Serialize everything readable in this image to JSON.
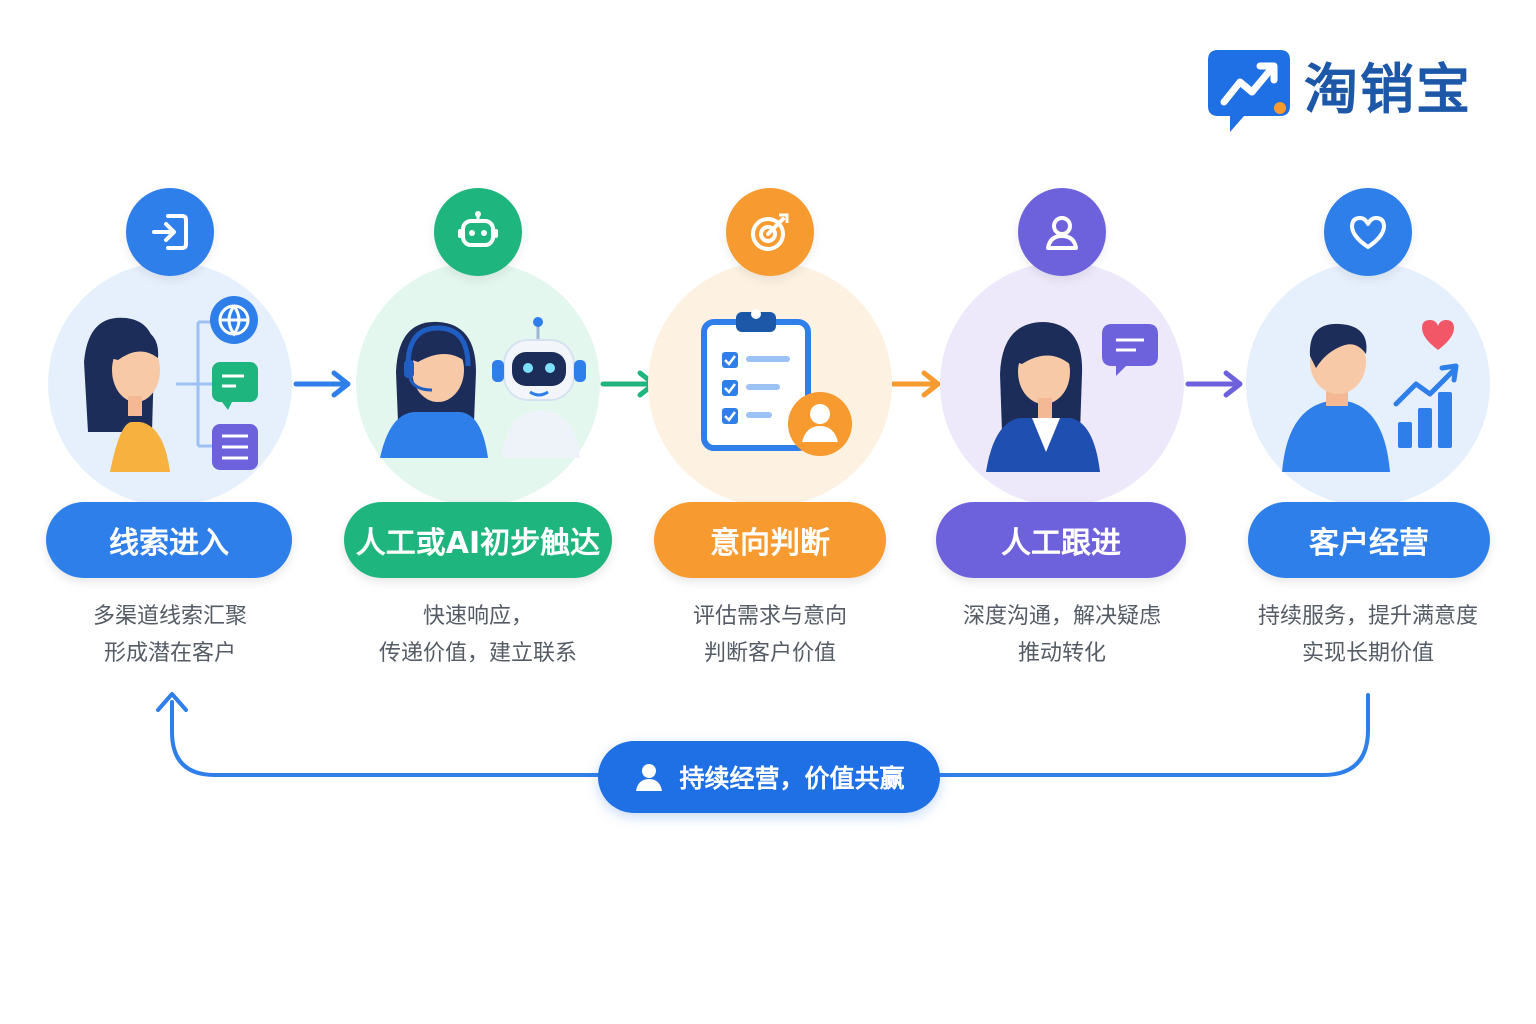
{
  "brand": {
    "name": "淘销宝",
    "logo_icon": "chart-chat-bubble-icon",
    "color": "#1f6fe5"
  },
  "stages": [
    {
      "title": "线索进入",
      "desc": [
        "多渠道线索汇聚",
        "形成潜在客户"
      ],
      "icon": "login-arrow-icon",
      "color": "#2f7fea",
      "halo": "#e6f0fd"
    },
    {
      "title": "人工或AI初步触达",
      "desc": [
        "快速响应，",
        "传递价值，建立联系"
      ],
      "icon": "robot-icon",
      "color": "#1fb57e",
      "halo": "#e4f7ef"
    },
    {
      "title": "意向判断",
      "desc": [
        "评估需求与意向",
        "判断客户价值"
      ],
      "icon": "target-icon",
      "color": "#f79a2f",
      "halo": "#fdf2e2"
    },
    {
      "title": "人工跟进",
      "desc": [
        "深度沟通，解决疑虑",
        "推动转化"
      ],
      "icon": "user-icon",
      "color": "#6e62dc",
      "halo": "#ede9fb"
    },
    {
      "title": "客户经营",
      "desc": [
        "持续服务，提升满意度",
        "实现长期价值"
      ],
      "icon": "heart-icon",
      "color": "#2f7fea",
      "halo": "#e6f0fd"
    }
  ],
  "loop": {
    "label": "持续经营，价值共赢",
    "icon": "user-icon"
  }
}
